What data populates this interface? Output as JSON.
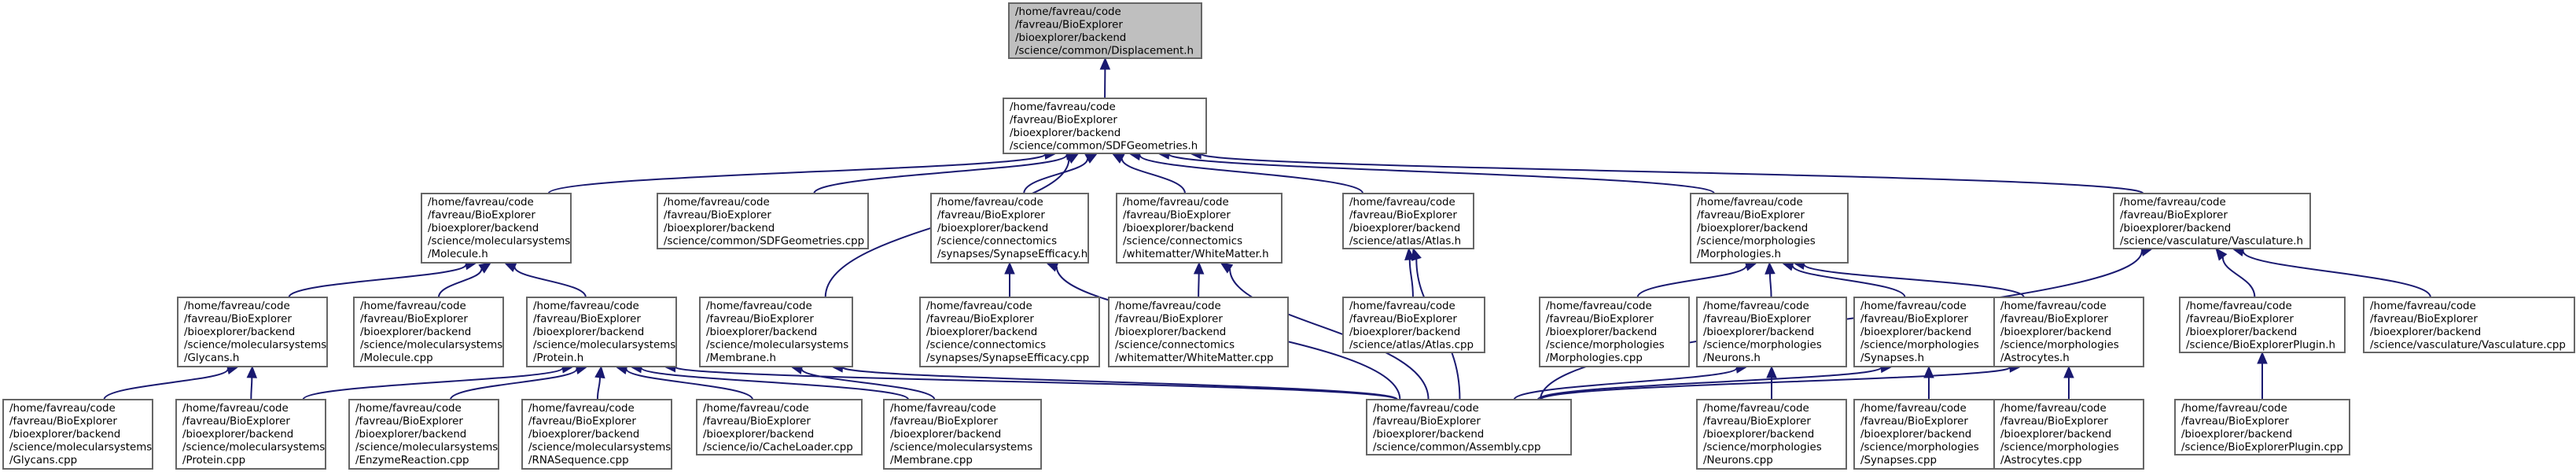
{
  "diagram": {
    "nodes": [
      {
        "id": "displacement",
        "lines": [
          "/home/favreau/code",
          "/favreau/BioExplorer",
          "/bioexplorer/backend",
          "/science/common/Displacement.h"
        ],
        "highlight": true
      },
      {
        "id": "sdfgeometries_h",
        "lines": [
          "/home/favreau/code",
          "/favreau/BioExplorer",
          "/bioexplorer/backend",
          "/science/common/SDFGeometries.h"
        ]
      },
      {
        "id": "molecule_h",
        "lines": [
          "/home/favreau/code",
          "/favreau/BioExplorer",
          "/bioexplorer/backend",
          "/science/molecularsystems",
          "/Molecule.h"
        ]
      },
      {
        "id": "sdfgeometries_cpp",
        "lines": [
          "/home/favreau/code",
          "/favreau/BioExplorer",
          "/bioexplorer/backend",
          "/science/common/SDFGeometries.cpp"
        ]
      },
      {
        "id": "synapseefficacy_h",
        "lines": [
          "/home/favreau/code",
          "/favreau/BioExplorer",
          "/bioexplorer/backend",
          "/science/connectomics",
          "/synapses/SynapseEfficacy.h"
        ]
      },
      {
        "id": "whitematter_h",
        "lines": [
          "/home/favreau/code",
          "/favreau/BioExplorer",
          "/bioexplorer/backend",
          "/science/connectomics",
          "/whitematter/WhiteMatter.h"
        ]
      },
      {
        "id": "atlas_h",
        "lines": [
          "/home/favreau/code",
          "/favreau/BioExplorer",
          "/bioexplorer/backend",
          "/science/atlas/Atlas.h"
        ]
      },
      {
        "id": "morphologies_h",
        "lines": [
          "/home/favreau/code",
          "/favreau/BioExplorer",
          "/bioexplorer/backend",
          "/science/morphologies",
          "/Morphologies.h"
        ]
      },
      {
        "id": "vasculature_h",
        "lines": [
          "/home/favreau/code",
          "/favreau/BioExplorer",
          "/bioexplorer/backend",
          "/science/vasculature/Vasculature.h"
        ]
      },
      {
        "id": "glycans_h",
        "lines": [
          "/home/favreau/code",
          "/favreau/BioExplorer",
          "/bioexplorer/backend",
          "/science/molecularsystems",
          "/Glycans.h"
        ]
      },
      {
        "id": "molecule_cpp",
        "lines": [
          "/home/favreau/code",
          "/favreau/BioExplorer",
          "/bioexplorer/backend",
          "/science/molecularsystems",
          "/Molecule.cpp"
        ]
      },
      {
        "id": "protein_h",
        "lines": [
          "/home/favreau/code",
          "/favreau/BioExplorer",
          "/bioexplorer/backend",
          "/science/molecularsystems",
          "/Protein.h"
        ]
      },
      {
        "id": "membrane_h",
        "lines": [
          "/home/favreau/code",
          "/favreau/BioExplorer",
          "/bioexplorer/backend",
          "/science/molecularsystems",
          "/Membrane.h"
        ]
      },
      {
        "id": "synapseefficacy_cpp",
        "lines": [
          "/home/favreau/code",
          "/favreau/BioExplorer",
          "/bioexplorer/backend",
          "/science/connectomics",
          "/synapses/SynapseEfficacy.cpp"
        ]
      },
      {
        "id": "whitematter_cpp",
        "lines": [
          "/home/favreau/code",
          "/favreau/BioExplorer",
          "/bioexplorer/backend",
          "/science/connectomics",
          "/whitematter/WhiteMatter.cpp"
        ]
      },
      {
        "id": "atlas_cpp",
        "lines": [
          "/home/favreau/code",
          "/favreau/BioExplorer",
          "/bioexplorer/backend",
          "/science/atlas/Atlas.cpp"
        ]
      },
      {
        "id": "morphologies_cpp",
        "lines": [
          "/home/favreau/code",
          "/favreau/BioExplorer",
          "/bioexplorer/backend",
          "/science/morphologies",
          "/Morphologies.cpp"
        ]
      },
      {
        "id": "neurons_h",
        "lines": [
          "/home/favreau/code",
          "/favreau/BioExplorer",
          "/bioexplorer/backend",
          "/science/morphologies",
          "/Neurons.h"
        ]
      },
      {
        "id": "synapses_h",
        "lines": [
          "/home/favreau/code",
          "/favreau/BioExplorer",
          "/bioexplorer/backend",
          "/science/morphologies",
          "/Synapses.h"
        ]
      },
      {
        "id": "astrocytes_h",
        "lines": [
          "/home/favreau/code",
          "/favreau/BioExplorer",
          "/bioexplorer/backend",
          "/science/morphologies",
          "/Astrocytes.h"
        ]
      },
      {
        "id": "bioexplorerplugin_h",
        "lines": [
          "/home/favreau/code",
          "/favreau/BioExplorer",
          "/bioexplorer/backend",
          "/science/BioExplorerPlugin.h"
        ]
      },
      {
        "id": "vasculature_cpp",
        "lines": [
          "/home/favreau/code",
          "/favreau/BioExplorer",
          "/bioexplorer/backend",
          "/science/vasculature/Vasculature.cpp"
        ]
      },
      {
        "id": "glycans_cpp",
        "lines": [
          "/home/favreau/code",
          "/favreau/BioExplorer",
          "/bioexplorer/backend",
          "/science/molecularsystems",
          "/Glycans.cpp"
        ]
      },
      {
        "id": "protein_cpp",
        "lines": [
          "/home/favreau/code",
          "/favreau/BioExplorer",
          "/bioexplorer/backend",
          "/science/molecularsystems",
          "/Protein.cpp"
        ]
      },
      {
        "id": "enzymereaction_cpp",
        "lines": [
          "/home/favreau/code",
          "/favreau/BioExplorer",
          "/bioexplorer/backend",
          "/science/molecularsystems",
          "/EnzymeReaction.cpp"
        ]
      },
      {
        "id": "rnasequence_cpp",
        "lines": [
          "/home/favreau/code",
          "/favreau/BioExplorer",
          "/bioexplorer/backend",
          "/science/molecularsystems",
          "/RNASequence.cpp"
        ]
      },
      {
        "id": "cacheloader_cpp",
        "lines": [
          "/home/favreau/code",
          "/favreau/BioExplorer",
          "/bioexplorer/backend",
          "/science/io/CacheLoader.cpp"
        ]
      },
      {
        "id": "membrane_cpp",
        "lines": [
          "/home/favreau/code",
          "/favreau/BioExplorer",
          "/bioexplorer/backend",
          "/science/molecularsystems",
          "/Membrane.cpp"
        ]
      },
      {
        "id": "assembly_cpp",
        "lines": [
          "/home/favreau/code",
          "/favreau/BioExplorer",
          "/bioexplorer/backend",
          "/science/common/Assembly.cpp"
        ]
      },
      {
        "id": "neurons_cpp",
        "lines": [
          "/home/favreau/code",
          "/favreau/BioExplorer",
          "/bioexplorer/backend",
          "/science/morphologies",
          "/Neurons.cpp"
        ]
      },
      {
        "id": "synapses_cpp",
        "lines": [
          "/home/favreau/code",
          "/favreau/BioExplorer",
          "/bioexplorer/backend",
          "/science/morphologies",
          "/Synapses.cpp"
        ]
      },
      {
        "id": "astrocytes_cpp",
        "lines": [
          "/home/favreau/code",
          "/favreau/BioExplorer",
          "/bioexplorer/backend",
          "/science/morphologies",
          "/Astrocytes.cpp"
        ]
      },
      {
        "id": "bioexplorerplugin_cpp",
        "lines": [
          "/home/favreau/code",
          "/favreau/BioExplorer",
          "/bioexplorer/backend",
          "/science/BioExplorerPlugin.cpp"
        ]
      }
    ],
    "edges": [
      [
        "sdfgeometries_h",
        "displacement"
      ],
      [
        "molecule_h",
        "sdfgeometries_h"
      ],
      [
        "sdfgeometries_cpp",
        "sdfgeometries_h"
      ],
      [
        "synapseefficacy_h",
        "sdfgeometries_h"
      ],
      [
        "whitematter_h",
        "sdfgeometries_h"
      ],
      [
        "atlas_h",
        "sdfgeometries_h"
      ],
      [
        "morphologies_h",
        "sdfgeometries_h"
      ],
      [
        "vasculature_h",
        "sdfgeometries_h"
      ],
      [
        "membrane_h",
        "sdfgeometries_h"
      ],
      [
        "glycans_h",
        "molecule_h"
      ],
      [
        "molecule_cpp",
        "molecule_h"
      ],
      [
        "protein_h",
        "molecule_h"
      ],
      [
        "synapseefficacy_cpp",
        "synapseefficacy_h"
      ],
      [
        "assembly_cpp",
        "synapseefficacy_h"
      ],
      [
        "whitematter_cpp",
        "whitematter_h"
      ],
      [
        "assembly_cpp",
        "whitematter_h"
      ],
      [
        "atlas_cpp",
        "atlas_h"
      ],
      [
        "assembly_cpp",
        "atlas_h"
      ],
      [
        "morphologies_cpp",
        "morphologies_h"
      ],
      [
        "neurons_h",
        "morphologies_h"
      ],
      [
        "synapses_h",
        "morphologies_h"
      ],
      [
        "astrocytes_h",
        "morphologies_h"
      ],
      [
        "bioexplorerplugin_h",
        "vasculature_h"
      ],
      [
        "vasculature_cpp",
        "vasculature_h"
      ],
      [
        "assembly_cpp",
        "vasculature_h"
      ],
      [
        "glycans_cpp",
        "glycans_h"
      ],
      [
        "protein_cpp",
        "glycans_h"
      ],
      [
        "protein_cpp",
        "protein_h"
      ],
      [
        "enzymereaction_cpp",
        "protein_h"
      ],
      [
        "rnasequence_cpp",
        "protein_h"
      ],
      [
        "cacheloader_cpp",
        "protein_h"
      ],
      [
        "membrane_cpp",
        "protein_h"
      ],
      [
        "assembly_cpp",
        "protein_h"
      ],
      [
        "membrane_cpp",
        "membrane_h"
      ],
      [
        "assembly_cpp",
        "membrane_h"
      ],
      [
        "assembly_cpp",
        "neurons_h"
      ],
      [
        "neurons_cpp",
        "neurons_h"
      ],
      [
        "assembly_cpp",
        "synapses_h"
      ],
      [
        "synapses_cpp",
        "synapses_h"
      ],
      [
        "assembly_cpp",
        "astrocytes_h"
      ],
      [
        "astrocytes_cpp",
        "astrocytes_h"
      ],
      [
        "bioexplorerplugin_cpp",
        "bioexplorerplugin_h"
      ]
    ]
  }
}
